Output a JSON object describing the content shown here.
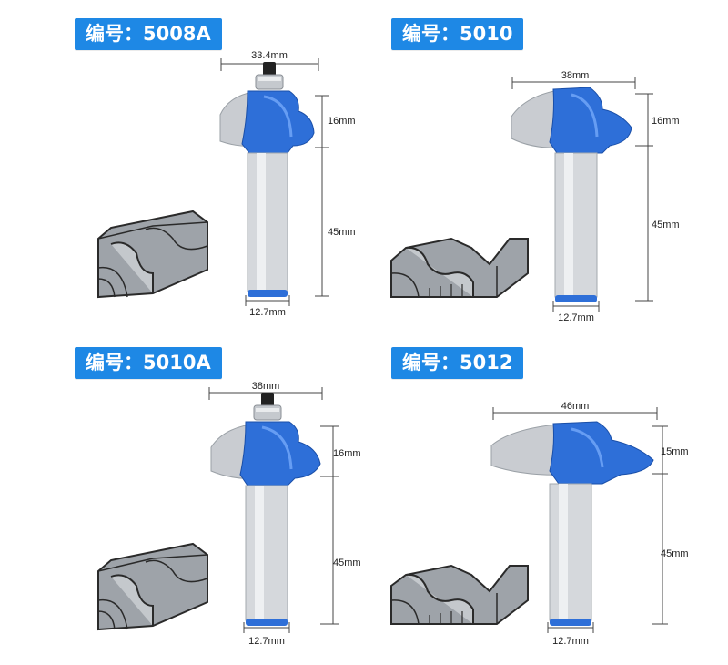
{
  "products": [
    {
      "label": "编号：5008A",
      "has_bearing": true,
      "dims": {
        "width": "33.4mm",
        "head_height": "16mm",
        "shank_length": "45mm",
        "shank_diameter": "12.7mm"
      }
    },
    {
      "label": "编号：5010",
      "has_bearing": false,
      "dims": {
        "width": "38mm",
        "head_height": "16mm",
        "shank_length": "45mm",
        "shank_diameter": "12.7mm"
      }
    },
    {
      "label": "编号：5010A",
      "has_bearing": true,
      "dims": {
        "width": "38mm",
        "head_height": "16mm",
        "shank_length": "45mm",
        "shank_diameter": "12.7mm"
      }
    },
    {
      "label": "编号：5012",
      "has_bearing": false,
      "dims": {
        "width": "46mm",
        "head_height": "15mm",
        "shank_length": "45mm",
        "shank_diameter": "12.7mm"
      }
    }
  ],
  "colors": {
    "badge": "#1e88e5",
    "cutter_body": "#2e6fd8",
    "carbide": "#c9ccd1",
    "shank": "#d5d8dc",
    "profile_block": "#9ea3a9"
  }
}
